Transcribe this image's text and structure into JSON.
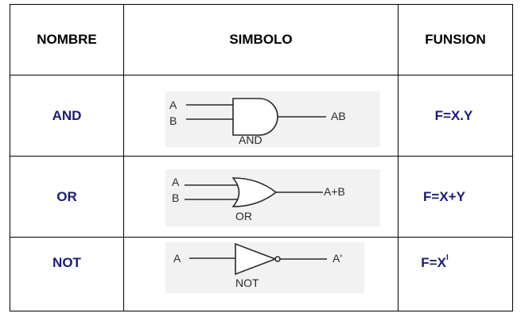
{
  "headers": {
    "name": "NOMBRE",
    "symbol": "SIMBOLO",
    "function": "FUNSION"
  },
  "rows": [
    {
      "name": "AND",
      "inputs": [
        "A",
        "B"
      ],
      "output": "AB",
      "symbol_label": "AND",
      "function": "F=X.Y"
    },
    {
      "name": "OR",
      "inputs": [
        "A",
        "B"
      ],
      "output": "A+B",
      "symbol_label": "OR",
      "function": "F=X+Y"
    },
    {
      "name": "NOT",
      "inputs": [
        "A"
      ],
      "output": "A'",
      "symbol_label": "NOT",
      "function": "F=X",
      "function_superscript": "I"
    }
  ],
  "colors": {
    "gate_name_text": "#1b1b7a",
    "header_text": "#000000",
    "symbol_stroke": "#2a2a2a"
  }
}
